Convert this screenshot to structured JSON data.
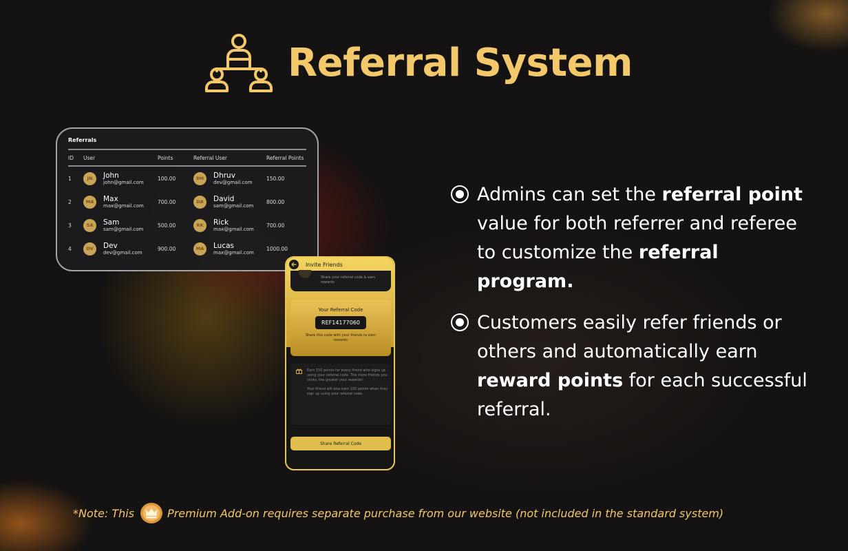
{
  "title": {
    "text": "Referral System",
    "icon": "referral-network-icon",
    "color": "#f2c86a"
  },
  "referrals_table": {
    "title": "Referrals",
    "columns": [
      "ID",
      "User",
      "Points",
      "Referral User",
      "Referral Points"
    ],
    "rows": [
      {
        "id": "1",
        "user": {
          "initials": "JN",
          "name": "John",
          "email": "john@gmail.com"
        },
        "points": "100.00",
        "referral_user": {
          "initials": "DH",
          "name": "Dhruv",
          "email": "dev@gmail.com"
        },
        "referral_points": "150.00"
      },
      {
        "id": "2",
        "user": {
          "initials": "MA",
          "name": "Max",
          "email": "max@gmail.com"
        },
        "points": "700.00",
        "referral_user": {
          "initials": "DA",
          "name": "David",
          "email": "sam@gmail.com"
        },
        "referral_points": "800.00"
      },
      {
        "id": "3",
        "user": {
          "initials": "SA",
          "name": "Sam",
          "email": "sam@gmail.com"
        },
        "points": "500.00",
        "referral_user": {
          "initials": "RK",
          "name": "Rick",
          "email": "max@gmail.com"
        },
        "referral_points": "700.00"
      },
      {
        "id": "4",
        "user": {
          "initials": "DV",
          "name": "Dev",
          "email": "dev@gmail.com"
        },
        "points": "900.00",
        "referral_user": {
          "initials": "MA",
          "name": "Lucas",
          "email": "max@gmail.com"
        },
        "referral_points": "1000.00"
      }
    ]
  },
  "phone": {
    "header_title": "Invite Friends",
    "share_card_text": "Share your referral code & earn rewards",
    "code_label": "Your Referral Code",
    "code": "REF14177060",
    "code_hint": "Share this code with your friends to earn rewards",
    "info_text_1": "Earn 150 points for every friend who signs up using your referral code. The more friends you invite, the greater your rewards!",
    "info_text_2": "Your friend will also earn 100 points when they sign up using your referral code.",
    "share_button": "Share Referral Code"
  },
  "bullets": {
    "b1_pre": "Admins can set the ",
    "b1_bold1": "referral point",
    "b1_mid": " value for both referrer and referee to customize the ",
    "b1_bold2": "referral program.",
    "b2_pre": "Customers easily refer friends or others and automatically earn ",
    "b2_bold": "reward points",
    "b2_post": " for each successful referral."
  },
  "note": {
    "before": "*Note: This",
    "after": "Premium Add-on requires separate purchase from our website (not included in the standard system)",
    "icon": "premium-crown-coin-icon"
  }
}
